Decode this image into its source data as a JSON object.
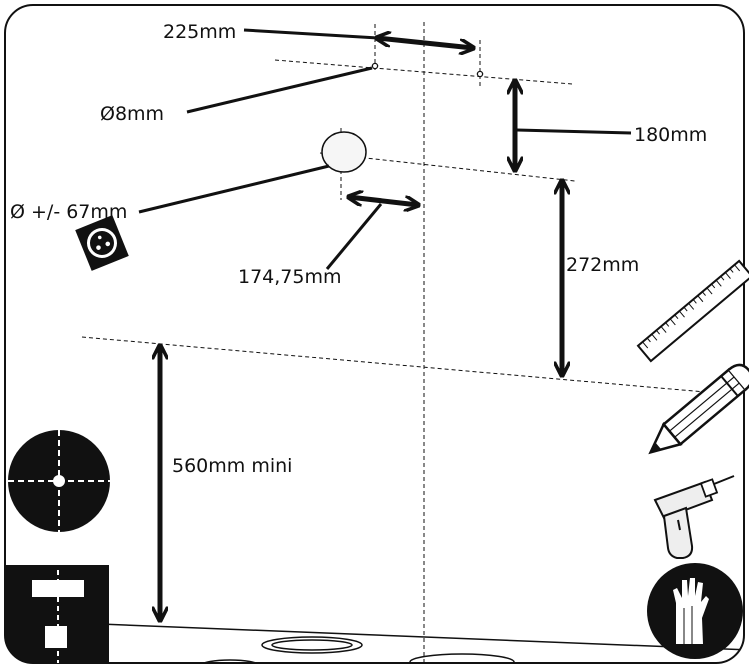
{
  "labels": {
    "hole_spacing": "225mm",
    "screw_hole": "Ø8mm",
    "vertical_hole_gap": "180mm",
    "cable_hole": "Ø +/- 67mm",
    "vertical_to_bottom": "272mm",
    "horizontal_offset": "174,75mm",
    "min_height": "560mm mini"
  },
  "icons": [
    "socket-icon",
    "ruler-icon",
    "pencil-icon",
    "drill-icon",
    "gloves-icon",
    "crosshair-icon",
    "mounting-plate-icon"
  ],
  "colors": {
    "ink": "#111111",
    "paper": "#ffffff",
    "hole_fill": "#f6f6f6"
  }
}
